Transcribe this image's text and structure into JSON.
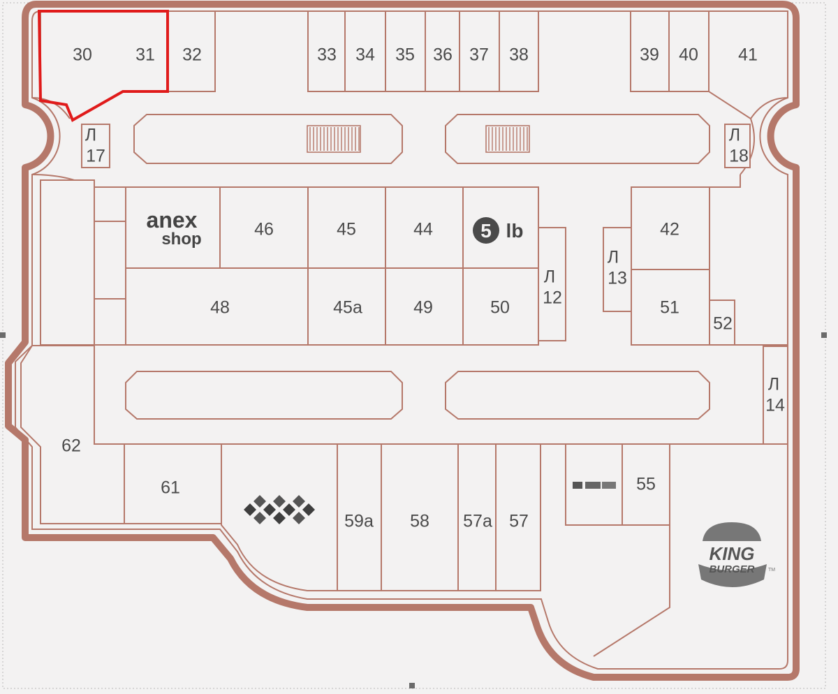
{
  "map": {
    "name": "",
    "highlighted_unit": "30-31",
    "colors": {
      "background": "#f3f2f2",
      "walls": "#b5786a",
      "highlight": "#e01b1b",
      "text": "#4a4a4a"
    }
  },
  "units": {
    "u30": "30",
    "u31": "31",
    "u32": "32",
    "u33": "33",
    "u34": "34",
    "u35": "35",
    "u36": "36",
    "u37": "37",
    "u38": "38",
    "u39": "39",
    "u40": "40",
    "u41": "41",
    "u42": "42",
    "u44": "44",
    "u45": "45",
    "u45a": "45a",
    "u46": "46",
    "u48": "48",
    "u49": "49",
    "u50": "50",
    "u51": "51",
    "u52": "52",
    "u55": "55",
    "u57": "57",
    "u57a": "57a",
    "u58": "58",
    "u59a": "59a",
    "u61": "61",
    "u62": "62"
  },
  "lifts": {
    "l17": {
      "letter": "Л",
      "num": "17"
    },
    "l18": {
      "letter": "Л",
      "num": "18"
    },
    "l12": {
      "letter": "Л",
      "num": "12"
    },
    "l13": {
      "letter": "Л",
      "num": "13"
    },
    "l14": {
      "letter": "Л",
      "num": "14"
    }
  },
  "brands": {
    "anex_line1": "anex",
    "anex_line2": "shop",
    "fivelb": "lb",
    "fivelb_digit": "5",
    "kingburger_line1": "KING",
    "kingburger_line2": "BURGER",
    "kingburger_tm": "TM",
    "icons": [
      "anex-logo-icon",
      "5lb-logo-icon",
      "diamond-pattern-logo-icon",
      "small-brand-logo-icon",
      "king-burger-logo-icon"
    ]
  }
}
